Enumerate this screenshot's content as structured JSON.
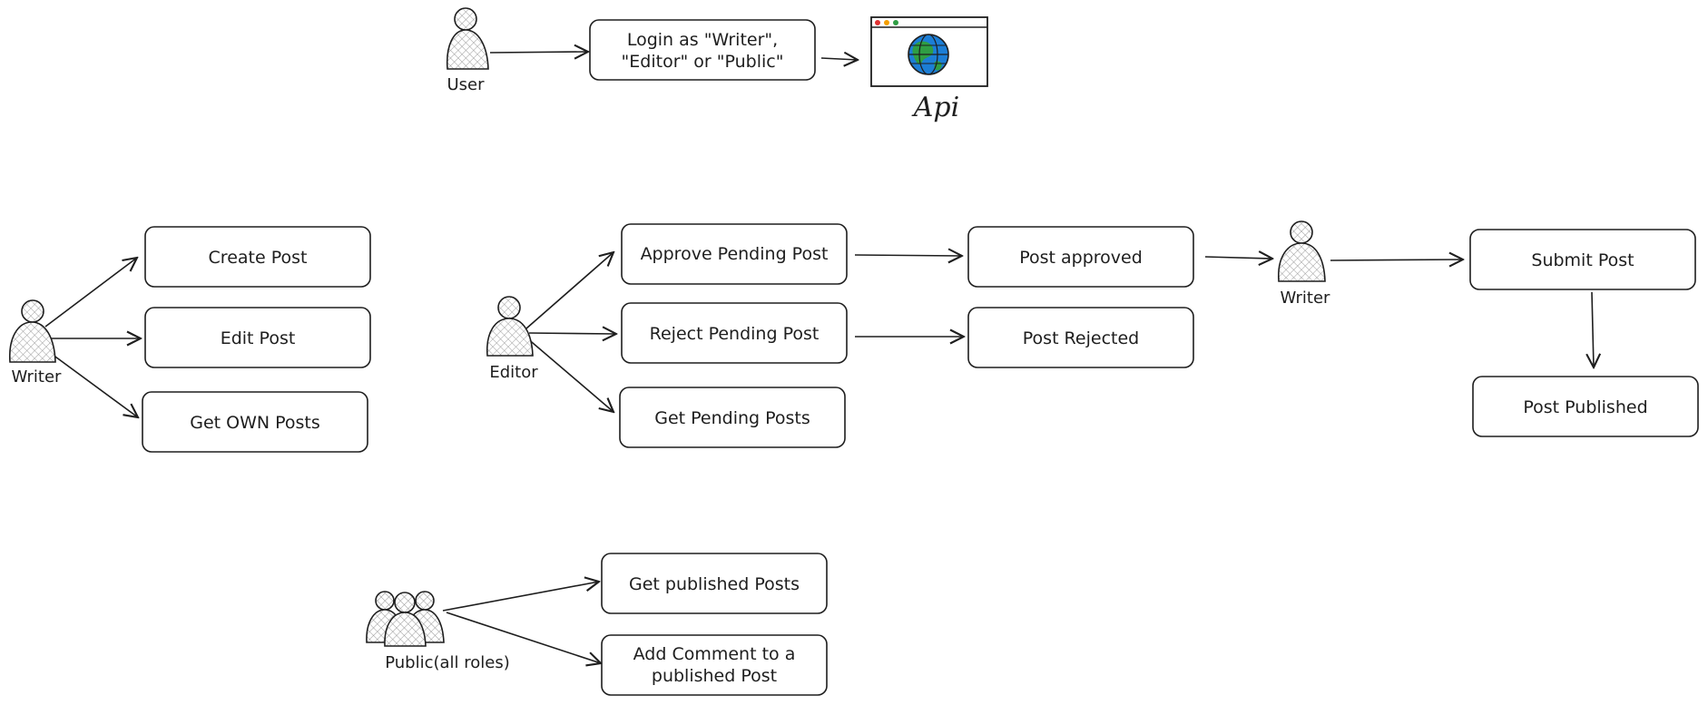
{
  "nodes": {
    "login": {
      "line1": "Login as \"Writer\",",
      "line2": "\"Editor\" or \"Public\""
    },
    "api": {
      "label": "Api"
    },
    "writer_create": {
      "label": "Create Post"
    },
    "writer_edit": {
      "label": "Edit Post"
    },
    "writer_get_own": {
      "label": "Get OWN Posts"
    },
    "editor_approve": {
      "label": "Approve Pending Post"
    },
    "editor_reject": {
      "label": "Reject Pending Post"
    },
    "editor_get_pending": {
      "label": "Get Pending Posts"
    },
    "post_approved": {
      "label": "Post approved"
    },
    "post_rejected": {
      "label": "Post Rejected"
    },
    "submit_post": {
      "label": "Submit Post"
    },
    "post_published": {
      "label": "Post Published"
    },
    "public_get_published": {
      "label": "Get published Posts"
    },
    "public_add_comment": {
      "line1": "Add Comment to a",
      "line2": "published Post"
    }
  },
  "actors": {
    "user": "User",
    "writer_left": "Writer",
    "editor": "Editor",
    "writer_right": "Writer",
    "public": "Public(all roles)"
  },
  "icons": {
    "api_window": "browser-globe-icon",
    "actor": "person-icon",
    "group": "people-group-icon"
  },
  "colors": {
    "stroke": "#1e1e1e",
    "globe_ocean": "#1c7ed6",
    "globe_land": "#2f9e44",
    "window_dot_red": "#e03131",
    "window_dot_yellow": "#f59f00",
    "window_dot_green": "#2f9e44"
  }
}
